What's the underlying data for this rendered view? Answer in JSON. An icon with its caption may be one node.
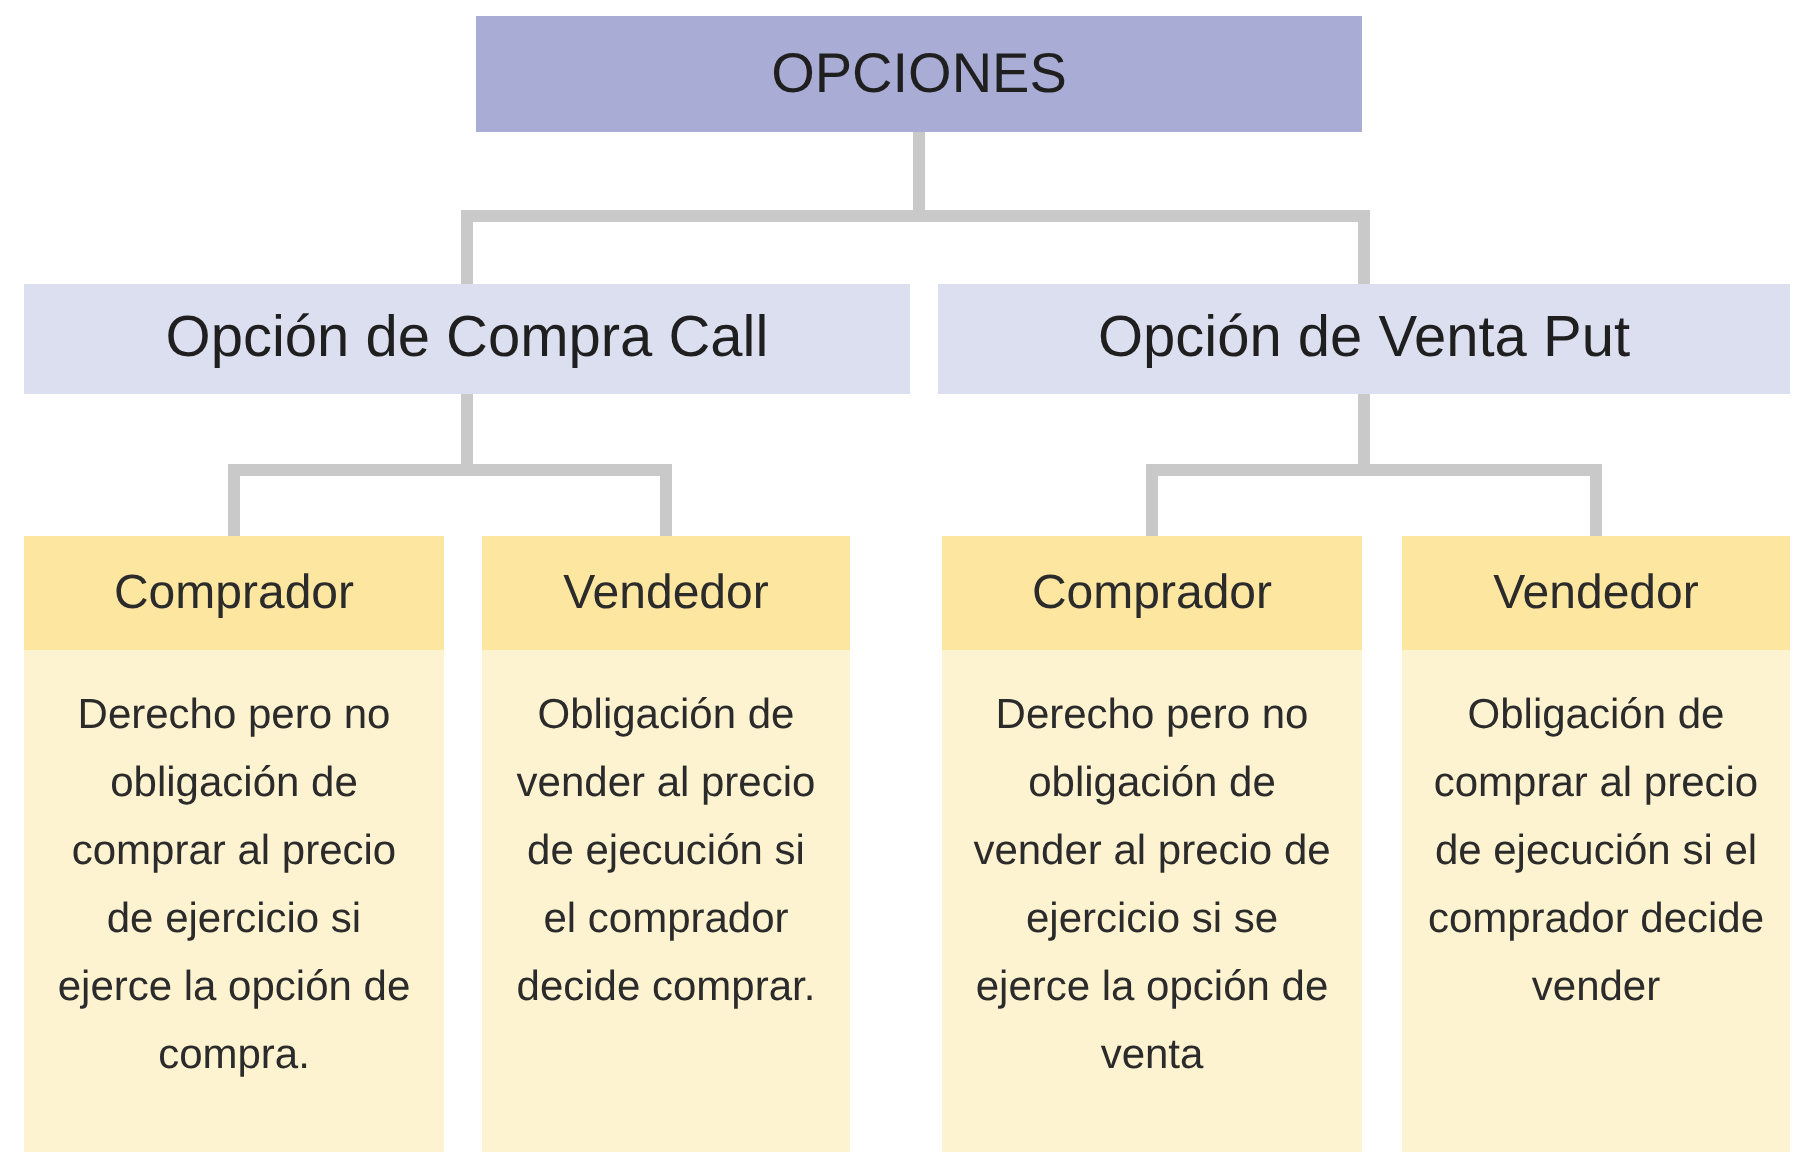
{
  "diagram": {
    "nodes": [
      {
        "text": [
          "OPCIONES"
        ]
      },
      {
        "text": [
          "Opción de Compra Call"
        ]
      },
      {
        "text": [
          "Opción de Venta Put"
        ]
      },
      {
        "text": [
          "Comprador",
          "Derecho pero no obligación de comprar al precio de ejercicio si ejerce la opción de compra."
        ]
      },
      {
        "text": [
          "Vendedor",
          "Obligación de vender al precio de ejecución si el comprador decide comprar."
        ]
      },
      {
        "text": [
          "Comprador",
          "Derecho pero no obligación de vender al precio de ejercicio si se ejerce la opción de venta"
        ]
      },
      {
        "text": [
          "Vendedor",
          "Obligación de comprar al precio de ejecución si el comprador decide vender"
        ]
      }
    ],
    "edges": [
      {
        "from": 0,
        "to": 1,
        "arrow": "none"
      },
      {
        "from": 0,
        "to": 2,
        "arrow": "none"
      },
      {
        "from": 1,
        "to": 3,
        "arrow": "none"
      },
      {
        "from": 1,
        "to": 4,
        "arrow": "none"
      },
      {
        "from": 2,
        "to": 5,
        "arrow": "none"
      },
      {
        "from": 2,
        "to": 6,
        "arrow": "none"
      }
    ]
  }
}
